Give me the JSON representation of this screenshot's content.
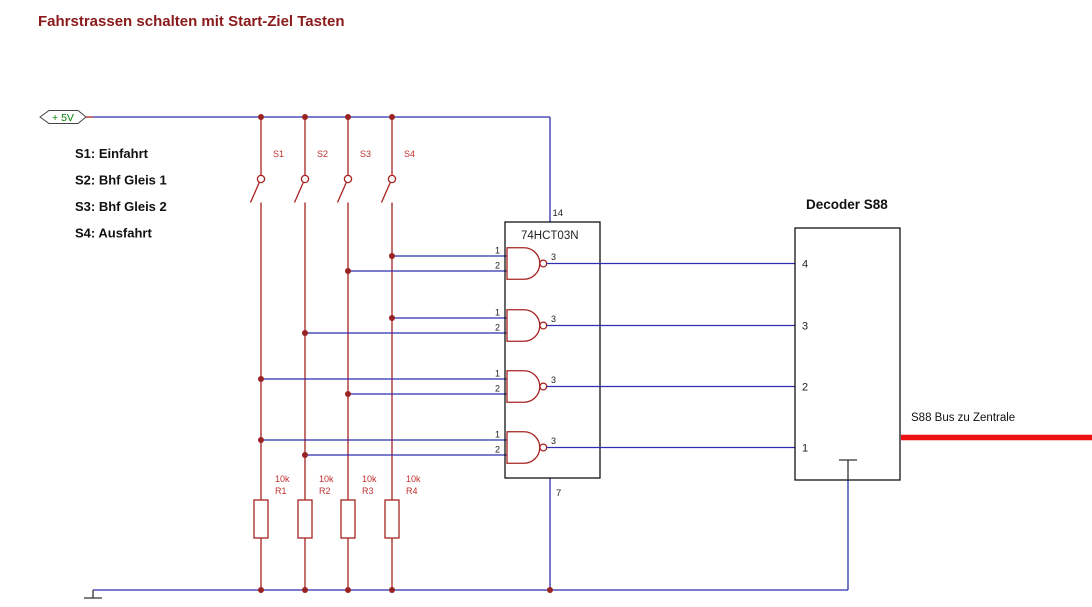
{
  "title": "Fahrstrassen schalten mit Start-Ziel Tasten",
  "supply": {
    "label": "+ 5V"
  },
  "legend": {
    "items": [
      "S1: Einfahrt",
      "S2: Bhf Gleis 1",
      "S3: Bhf Gleis 2",
      "S4: Ausfahrt"
    ]
  },
  "switches": [
    {
      "label": "S1"
    },
    {
      "label": "S2"
    },
    {
      "label": "S3"
    },
    {
      "label": "S4"
    }
  ],
  "resistors": [
    {
      "value": "10k",
      "name": "R1"
    },
    {
      "value": "10k",
      "name": "R2"
    },
    {
      "value": "10k",
      "name": "R3"
    },
    {
      "value": "10k",
      "name": "R4"
    }
  ],
  "ic": {
    "label": "74HCT03N",
    "top_pin": "14",
    "bottom_pin": "7",
    "gates": [
      {
        "in1": "1",
        "in2": "2",
        "out": "3"
      },
      {
        "in1": "1",
        "in2": "2",
        "out": "3"
      },
      {
        "in1": "1",
        "in2": "2",
        "out": "3"
      },
      {
        "in1": "1",
        "in2": "2",
        "out": "3"
      }
    ]
  },
  "decoder": {
    "title": "Decoder S88",
    "pins": [
      "4",
      "3",
      "2",
      "1"
    ]
  },
  "bus": {
    "label": "S88 Bus zu Zentrale"
  },
  "colors": {
    "net": "#2f2fb0",
    "symbol": "#a82222",
    "junction": "#992222",
    "title": "#8b1a1a",
    "supply_text": "#007f00",
    "bus": "#ee1111"
  }
}
